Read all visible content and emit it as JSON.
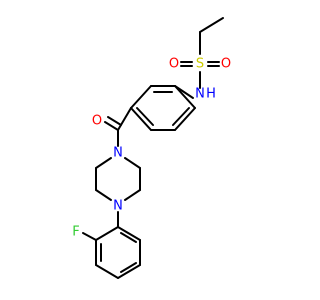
{
  "colors": {
    "background": "#ffffff",
    "bond": "#000000",
    "oxygen": "#ff0000",
    "nitrogen": "#0000ff",
    "sulfur": "#cccc00",
    "fluorine": "#33cc33"
  },
  "labels": {
    "sulfonyl_o_left": "O",
    "sulfur": "S",
    "sulfonyl_o_right": "O",
    "amide_nh": "N",
    "amide_h": "H",
    "carbonyl_o": "O",
    "piperazine_n_top": "N",
    "piperazine_n_bottom": "N",
    "fluorine": "F"
  }
}
